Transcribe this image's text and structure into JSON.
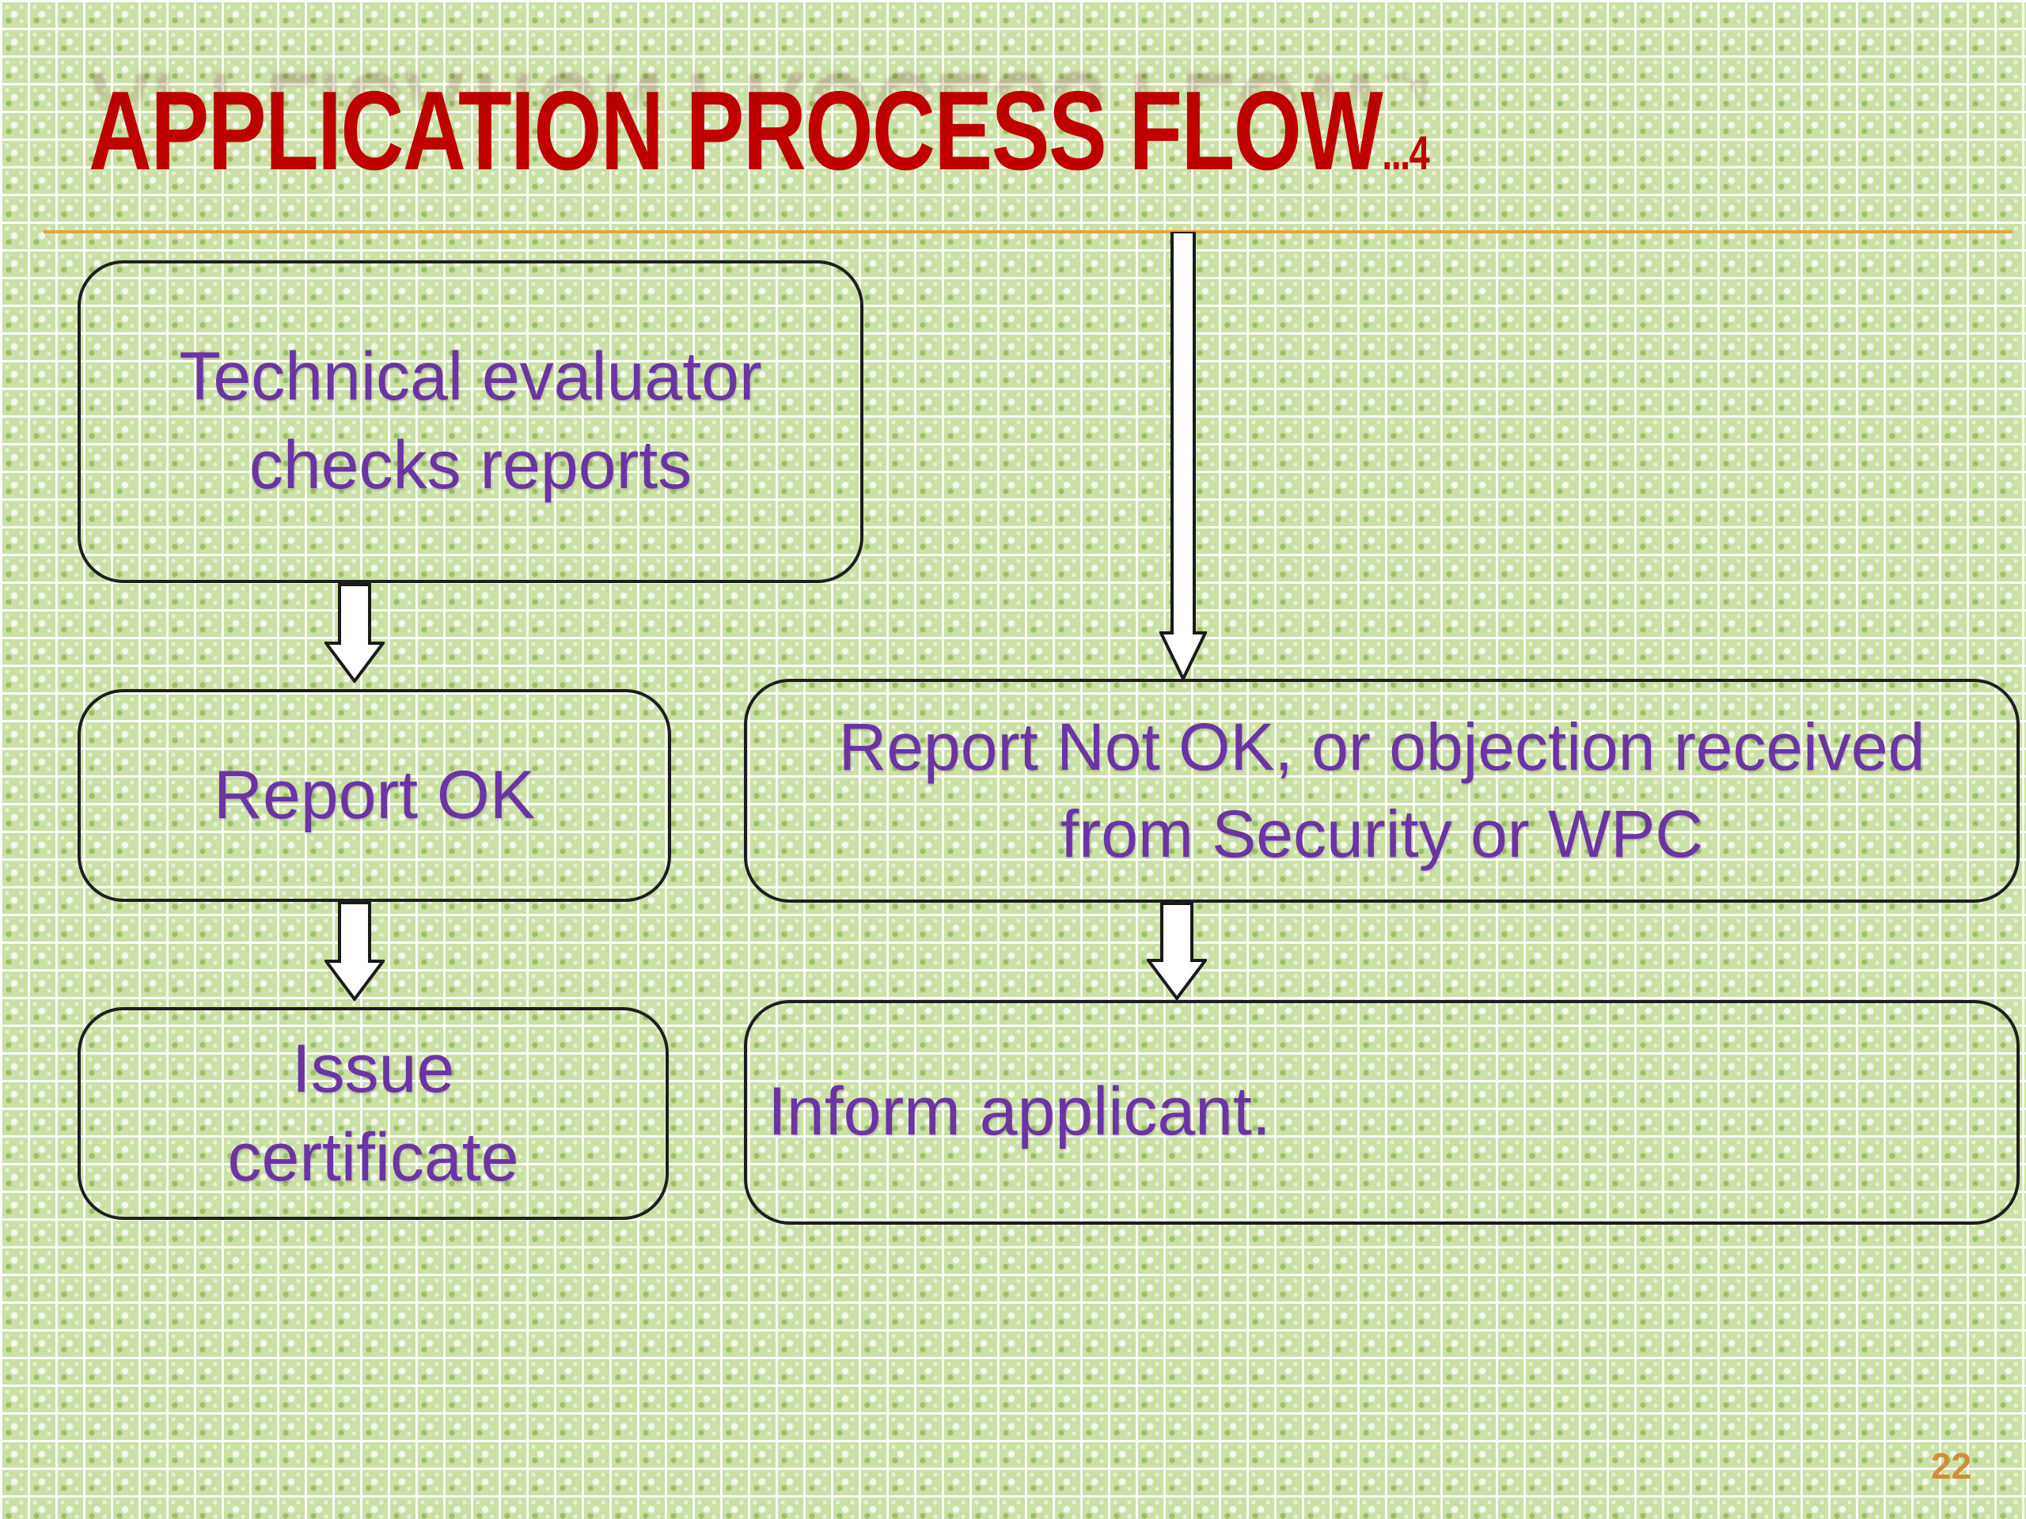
{
  "slide": {
    "page_number": "22",
    "background_color": "#cbe0a4"
  },
  "header": {
    "title": "APPLICATION PROCESS FLOW",
    "suffix": "...4",
    "title_color": "#c00000",
    "divider_color": "#e8a23c"
  },
  "flowchart": {
    "text_color": "#6b34a4",
    "border_color": "#1e1e1e",
    "arrow_fill": "#ffffff",
    "boxes": [
      {
        "id": "technical-evaluator",
        "text": "Technical evaluator\nchecks reports"
      },
      {
        "id": "report-ok",
        "text": "Report OK"
      },
      {
        "id": "issue-certificate",
        "text": "Issue\ncertificate"
      },
      {
        "id": "report-not-ok",
        "text": "Report Not OK, or objection received\nfrom Security or WPC"
      },
      {
        "id": "inform-applicant",
        "text": "Inform applicant."
      }
    ]
  }
}
